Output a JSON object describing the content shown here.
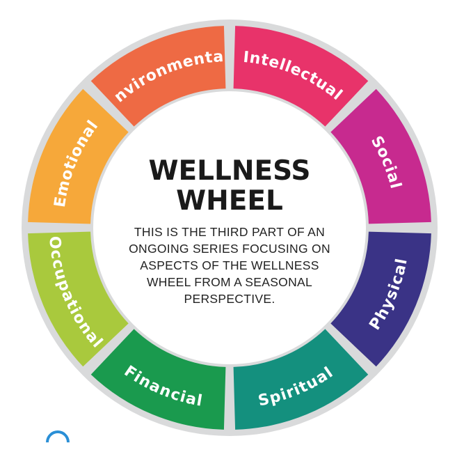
{
  "wheel": {
    "title_line1": "WELLNESS",
    "title_line2": "WHEEL",
    "description_lines": [
      "THIS IS THE THIRD PART OF AN",
      "ONGOING SERIES FOCUSING ON",
      "ASPECTS OF THE WELLNESS",
      "WHEEL FROM A SEASONAL",
      "PERSPECTIVE."
    ],
    "segments": [
      {
        "name": "intellectual",
        "label": "Intellectual",
        "color": "#e8336a"
      },
      {
        "name": "social",
        "label": "Social",
        "color": "#c72a8f"
      },
      {
        "name": "physical",
        "label": "Physical",
        "color": "#3a3386"
      },
      {
        "name": "spiritual",
        "label": "Spiritual",
        "color": "#14907e"
      },
      {
        "name": "financial",
        "label": "Financial",
        "color": "#1a9a4e"
      },
      {
        "name": "occupational",
        "label": "Occupational",
        "color": "#a9c93d"
      },
      {
        "name": "emotional",
        "label": "Emotional",
        "color": "#f6a83a"
      },
      {
        "name": "environmental",
        "label": "Environmental",
        "color": "#ee6a44"
      }
    ],
    "ring_color": "#d9dadb",
    "gap_color": "#e4e5e6"
  }
}
